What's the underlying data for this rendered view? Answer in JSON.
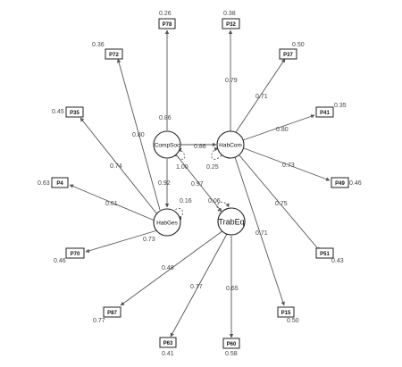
{
  "latents": [
    {
      "id": "compsoc",
      "label": "CompSoc"
    },
    {
      "id": "habcom",
      "label": "HabCom"
    },
    {
      "id": "habges",
      "label": "HabGes"
    },
    {
      "id": "trabeq",
      "label": "TrabEq"
    }
  ],
  "indicators": [
    {
      "id": "p78",
      "label": "P78",
      "residual": "0.26",
      "latent": "compsoc",
      "loading": "0.86"
    },
    {
      "id": "p72",
      "label": "P72",
      "residual": "0.36",
      "latent": "habges",
      "loading": "0.80"
    },
    {
      "id": "p35",
      "label": "P35",
      "residual": "0.45",
      "latent": "habges",
      "loading": "0.74"
    },
    {
      "id": "p4",
      "label": "P4",
      "residual": "0.63",
      "latent": "habges",
      "loading": "0.61"
    },
    {
      "id": "p70",
      "label": "P70",
      "residual": "0.46",
      "latent": "habges",
      "loading": "0.73"
    },
    {
      "id": "p32",
      "label": "P32",
      "residual": "0.38",
      "latent": "habcom",
      "loading": "0.79"
    },
    {
      "id": "p37",
      "label": "P37",
      "residual": "0.50",
      "latent": "habcom",
      "loading": "0.71"
    },
    {
      "id": "p41",
      "label": "P41",
      "residual": "0.35",
      "latent": "habcom",
      "loading": "0.80"
    },
    {
      "id": "p49",
      "label": "P49",
      "residual": "0.46",
      "latent": "habcom",
      "loading": "0.73"
    },
    {
      "id": "p51",
      "label": "P51",
      "residual": "0.43",
      "latent": "habcom",
      "loading": "0.75"
    },
    {
      "id": "p15",
      "label": "P15",
      "residual": "0.50",
      "latent": "habcom",
      "loading": "0.71"
    },
    {
      "id": "p87",
      "label": "P87",
      "residual": "0.77",
      "latent": "trabeq",
      "loading": "0.48"
    },
    {
      "id": "p63",
      "label": "P63",
      "residual": "0.41",
      "latent": "trabeq",
      "loading": "0.77"
    },
    {
      "id": "p60",
      "label": "P60",
      "residual": "0.58",
      "latent": "trabeq",
      "loading": "0.65"
    }
  ],
  "paths": [
    {
      "id": "compsoc-habcom",
      "value": "0.86"
    },
    {
      "id": "compsoc-habges",
      "value": "0.92"
    },
    {
      "id": "compsoc-trabeq",
      "value": "0.97"
    }
  ],
  "variances": [
    {
      "id": "compsoc",
      "value": "1.00"
    },
    {
      "id": "habcom",
      "value": "0.25"
    },
    {
      "id": "habges",
      "value": "0.16"
    },
    {
      "id": "trabeq",
      "value": "0.06"
    }
  ]
}
